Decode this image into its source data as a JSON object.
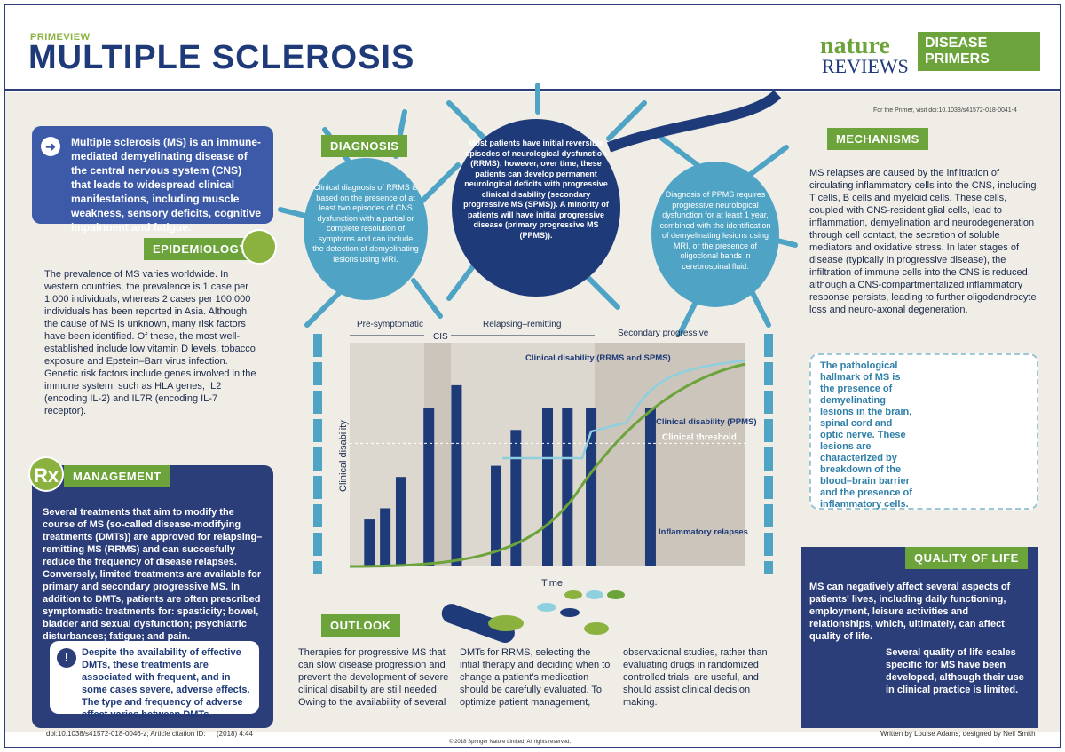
{
  "header": {
    "kicker": "PRIMEVIEW",
    "title": "MULTIPLE SCLEROSIS",
    "logo_nature": "nature",
    "logo_reviews": "REVIEWS",
    "logo_dp_line1": "DISEASE",
    "logo_dp_line2": "PRIMERS",
    "primer_note": "For the Primer, visit doi:10.1038/s41572-018-0041-4"
  },
  "intro": {
    "text": "Multiple sclerosis (MS) is an immune-mediated demyelinating disease of the central nervous system (CNS) that leads to widespread clinical manifestations, including muscle weakness, sensory deficits, cognitive impairment and fatigue."
  },
  "epidemiology": {
    "title": "EPIDEMIOLOGY",
    "text": "The prevalence of MS varies worldwide. In western countries, the prevalence is 1 case per 1,000 individuals, whereas 2 cases per 100,000 individuals has been reported in Asia. Although the cause of MS is unknown, many risk factors have been identified. Of these, the most well-established include low vitamin D levels, tobacco exposure and Epstein–Barr virus infection. Genetic risk factors include genes involved in the immune system, such as HLA genes, IL2 (encoding IL-2) and IL7R (encoding IL-7 receptor)."
  },
  "management": {
    "title": "MANAGEMENT",
    "rx": "Rx",
    "text": "Several treatments that aim to modify the course of MS (so-called disease-modifying treatments (DMTs)) are approved for relapsing–remitting MS (RRMS) and can succesfully reduce the frequency of disease relapses. Conversely, limited treatments are available for primary and secondary progressive MS. In addition to DMTs, patients are often prescribed symptomatic treatments for: spasticity; bowel, bladder and sexual dysfunction; psychiatric disturbances; fatigue; and pain.",
    "warning": "Despite the availability of effective DMTs, these treatments are associated with frequent, and in some cases severe, adverse effects. The type and frequency of adverse effect varies between DMTs.",
    "warning_icon": "!"
  },
  "diagnosis": {
    "title": "DIAGNOSIS",
    "rrms_text": "Clinical diagnosis of RRMS is based on the presence of at least two episodes of CNS dysfunction with a partial or complete resolution of symptoms and can include the detection of demyelinating lesions using MRI.",
    "center_text": "Most patients have initial reversible episodes of neurological dysfunction (RRMS); however, over time, these patients can develop permanent neurological deficits with progressive clinical disability (secondary progressive MS (SPMS)). A minority of patients will have initial progressive disease (primary progressive MS (PPMS)).",
    "ppms_text": "Diagnosis of PPMS requires progressive neurological dysfunction for at least 1 year, combined with the identification of demyelinating lesions using MRI, or the presence of oligoclonal bands in cerebrospinal fluid."
  },
  "chart_data": {
    "type": "bar",
    "phases": [
      "Pre-symptomatic",
      "CIS",
      "Relapsing–remitting",
      "Secondary progressive"
    ],
    "xlabel": "Time",
    "ylabel": "Clinical disability",
    "threshold_label": "Clinical threshold",
    "threshold": 0.55,
    "bar_series": {
      "name": "Inflammatory relapses",
      "values": [
        0.21,
        0.26,
        0.4,
        0.71,
        0.81,
        0.45,
        0.61,
        0.71,
        0.71,
        0.71,
        0.71
      ]
    },
    "line_series": [
      {
        "name": "Clinical disability (RRMS and SPMS)"
      },
      {
        "name": "Clinical disability (PPMS)"
      }
    ],
    "xlim": [
      0,
      1
    ],
    "ylim": [
      0,
      1
    ],
    "grid": false
  },
  "mechanisms": {
    "title": "MECHANISMS",
    "text": "MS relapses are caused by the infiltration of circulating inflammatory cells into the CNS, including T cells, B cells and myeloid cells. These cells, coupled with CNS-resident glial cells, lead to inflammation, demyelination and neurodegeneration through cell contact, the secretion of soluble mediators and oxidative stress. In later stages of disease (typically in progressive disease), the infiltration of immune cells into the CNS is reduced, although a CNS-compartmentalized inflammatory response persists, leading to further oligodendrocyte loss and neuro-axonal degeneration.",
    "hallmark": "The pathological hallmark of MS is the presence of demyelinating lesions in the brain, spinal cord and optic nerve. These lesions are characterized by breakdown of the blood–brain barrier and the presence of inflammatory cells."
  },
  "quality": {
    "title": "QUALITY OF LIFE",
    "text1": "MS can negatively affect several aspects of patients' lives, including daily functioning, employment, leisure activities and relationships, which, ultimately, can affect quality of life.",
    "text2": "Several quality of life scales specific for MS have been developed, although their use in clinical practice is limited."
  },
  "outlook": {
    "title": "OUTLOOK",
    "col1": "Therapies for progressive MS that can slow disease progression and prevent the development of severe clinical disability are still needed. Owing to the availability of several",
    "col2": "DMTs for RRMS, selecting the intial therapy and deciding when to change a patient's medication should be carefully evaluated. To optimize patient management,",
    "col3": "observational studies, rather than evaluating drugs in randomized controlled trials, are useful, and should assist clinical decision making."
  },
  "footer": {
    "doi": "doi:10.1038/s41572-018-0046-z; Article citation ID:",
    "citation": "(2018) 4:44",
    "copyright": "© 2018 Springer Nature Limited. All rights reserved.",
    "credits": "Written by Louise Adams; designed by Neil Smith"
  },
  "colors": {
    "navy": "#2c3e7a",
    "blue": "#3d5aa8",
    "green": "#6ca33a",
    "teal": "#4fa3c4",
    "beige": "#f0ede7"
  }
}
